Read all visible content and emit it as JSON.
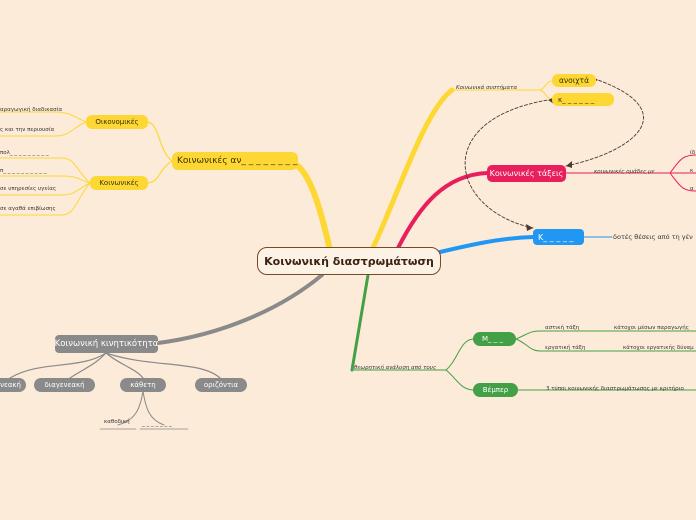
{
  "central": "Κοινωνική διαστρωμάτωση",
  "left_branch": {
    "main": "Κοινωνικές αν_ _ _ _ _ _ _ _",
    "economic": {
      "label": "Οικονομικές",
      "items": [
        "αραγωγική διαδικασία",
        "ς και την περιουσία"
      ]
    },
    "social": {
      "label": "Κοινωνικές",
      "items": [
        "πολ_ _ _ _ _ _ _ _ _",
        "π_ _ _ _ _ _ _ _ _ _",
        "σε υπηρεσίες υγείας",
        "σε αγαθά επιβίωσης"
      ]
    }
  },
  "mobility": {
    "label": "Κοινωνική κινητικότητα",
    "children": [
      "νεακή",
      "διαγενεακή",
      "κάθετη",
      "οριζόντια"
    ],
    "vertical_children": [
      "καθοδική",
      "_ _ _ _ _ _ _"
    ]
  },
  "systems": {
    "label": "Κοινωνικά συστήματα",
    "open": "ανοιχτά",
    "closed": "κ_ _ _ _ _ _"
  },
  "classes": {
    "label": "Κοινωνικές τάξεις",
    "sub": "κοινωνικές ομάδες με",
    "items": [
      "ίδ",
      "κ",
      "α"
    ]
  },
  "caste": {
    "label": "Κ_ _ _ _ _",
    "desc": "δοτές θέσεις από τη γέν"
  },
  "theory": {
    "label": "θεωρητική ανάλυση από τους",
    "marx": {
      "label": "Μ_ _ _",
      "rows": [
        {
          "class": "αστική τάξη",
          "desc": "κάτοχοι μέσων παραγωγής"
        },
        {
          "class": "εργατική τάξη",
          "desc": "κάτοχοι εργατικής δύναμ"
        }
      ]
    },
    "weber": {
      "label": "Βέμπερ",
      "desc": "3 τύποι κοινωνικής διαστρωμάτωσης με κριτήριο"
    }
  }
}
